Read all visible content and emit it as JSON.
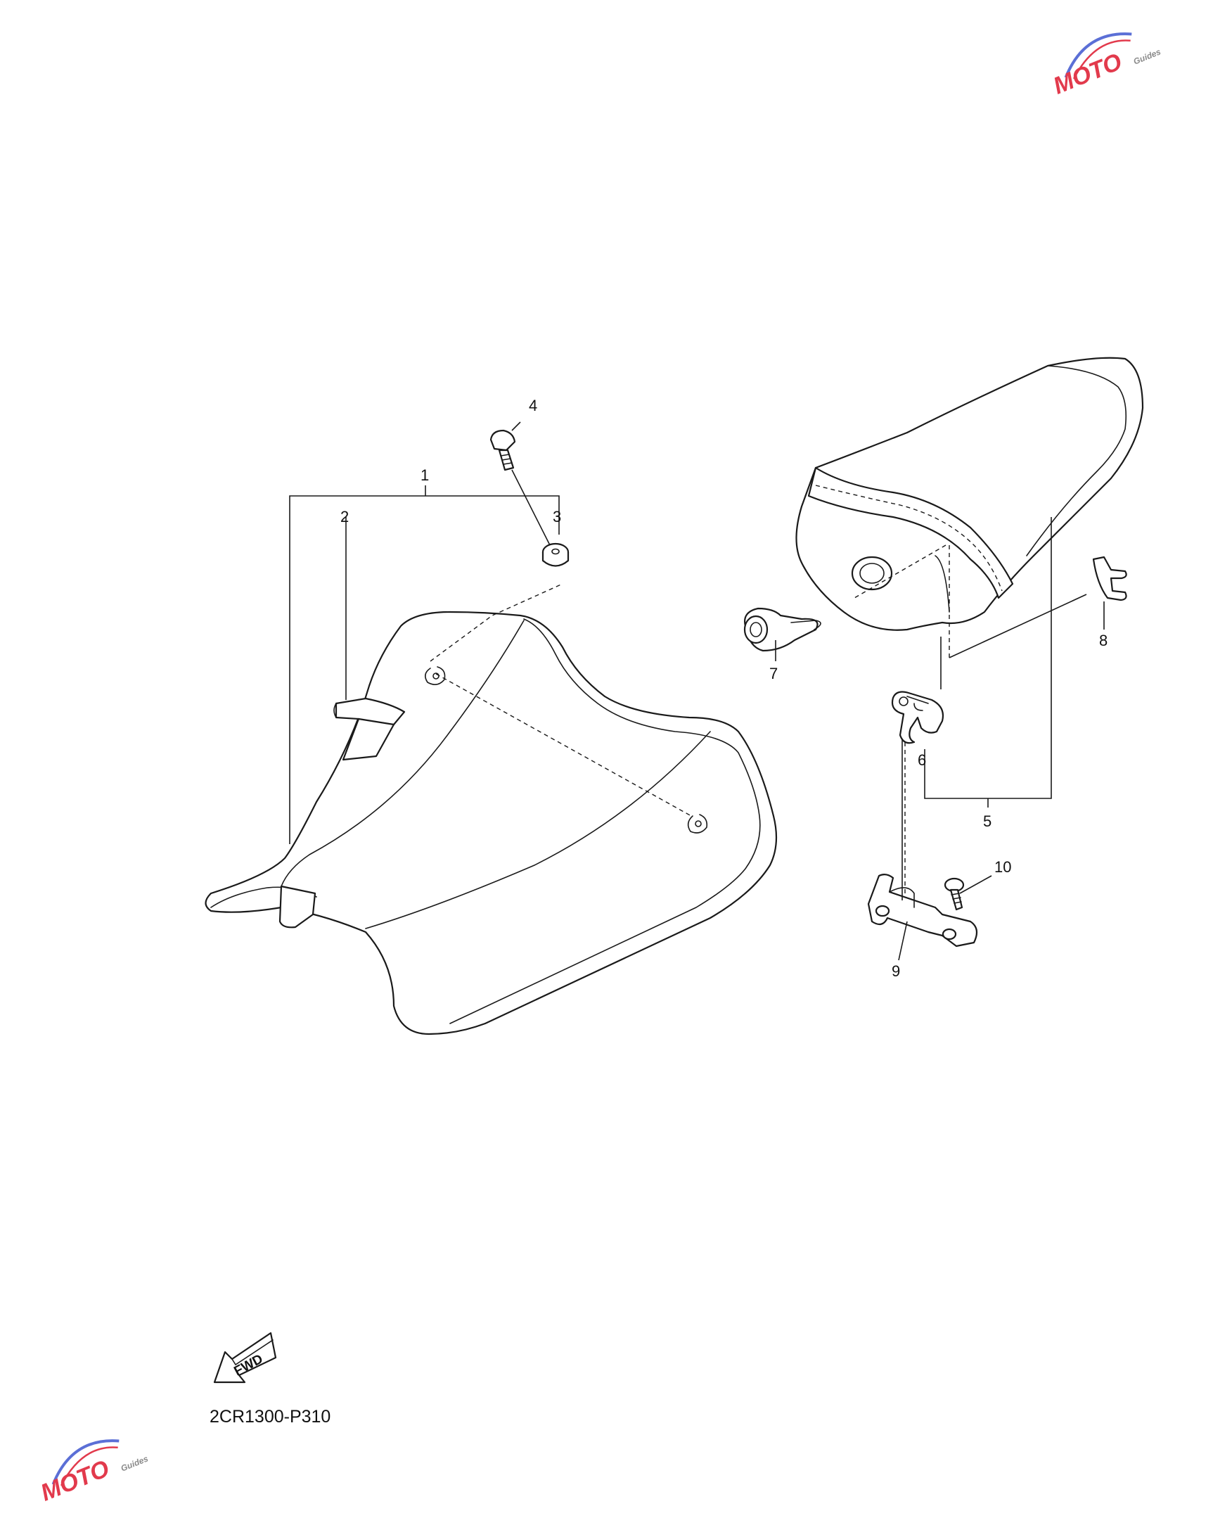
{
  "diagram_code": "2CR1300-P310",
  "fwd_label": "FWD",
  "watermark": {
    "text": "MOTO",
    "subtext": "Guides",
    "colors": {
      "red": "#e23a4c",
      "blue": "#5b6fd6",
      "gray": "#8a8a8a"
    }
  },
  "callouts": {
    "c1": "1",
    "c2": "2",
    "c3": "3",
    "c4": "4",
    "c5": "5",
    "c6": "6",
    "c7": "7",
    "c8": "8",
    "c9": "9",
    "c10": "10"
  },
  "colors": {
    "line": "#1a1a1a",
    "background": "#ffffff"
  }
}
